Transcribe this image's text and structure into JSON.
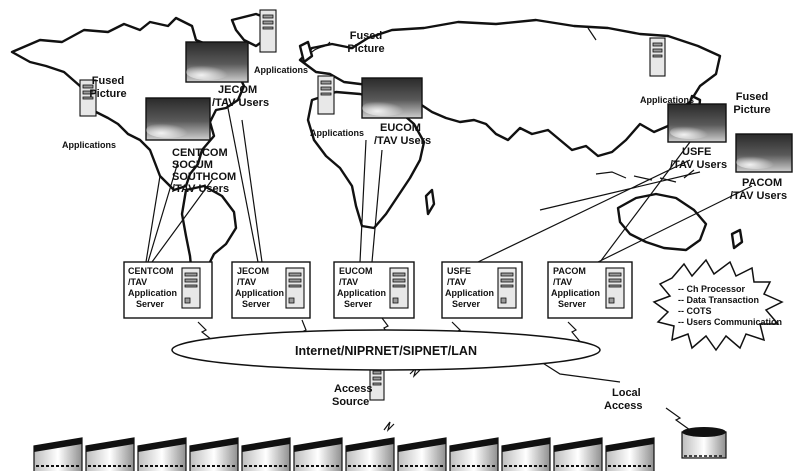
{
  "labels": {
    "fused_left": [
      "Fused",
      "Picture"
    ],
    "fused_mid": [
      "Fused",
      "Picture"
    ],
    "fused_right": [
      "Fused",
      "Picture"
    ],
    "apps_left": "Applications",
    "apps_top": "Applications",
    "apps_mid": "Applications",
    "apps_right": "Applications",
    "jecom_users": [
      "JECOM",
      "/TAV Users"
    ],
    "centcom_users": [
      "CENTCOM",
      "SOCUM",
      "SOUTHCOM",
      "/TAV Users"
    ],
    "eucom_users": [
      "EUCOM",
      "/TAV Users"
    ],
    "usfe_users": [
      "USFE",
      "/TAV Users"
    ],
    "pacom_users": [
      "PACOM",
      "/TAV Users"
    ]
  },
  "servers": [
    {
      "lines": [
        "CENTCOM",
        "/TAV",
        "Application",
        "Server"
      ]
    },
    {
      "lines": [
        "JECOM",
        "/TAV",
        "Application",
        "Server"
      ]
    },
    {
      "lines": [
        "EUCOM",
        "/TAV",
        "Application",
        "Server"
      ]
    },
    {
      "lines": [
        "USFE",
        "/TAV",
        "Application",
        "Server"
      ]
    },
    {
      "lines": [
        "PACOM",
        "/TAV",
        "Application",
        "Server"
      ]
    }
  ],
  "network": {
    "label": "Internet/NIPRNET/SIPNET/LAN"
  },
  "access_source": [
    "Access",
    "Source"
  ],
  "local_access": [
    "Local",
    "Access"
  ],
  "functions": [
    "-- Ch Processor",
    "-- Data Transaction",
    "-- COTS",
    "-- Users Communication"
  ]
}
